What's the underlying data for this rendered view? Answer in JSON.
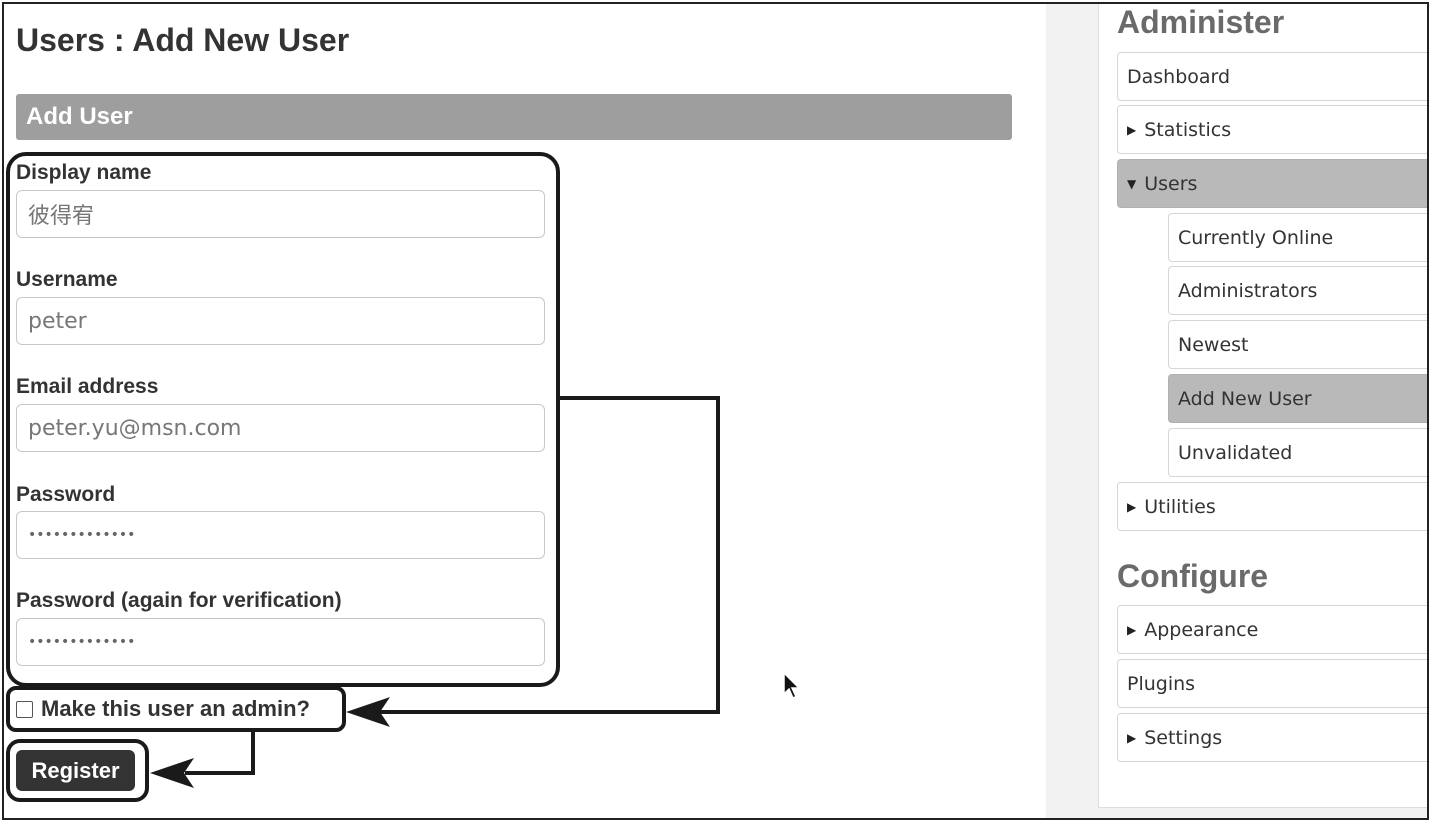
{
  "page": {
    "title": "Users : Add New User"
  },
  "section": {
    "title": "Add User"
  },
  "form": {
    "display_name": {
      "label": "Display name",
      "value": "彼得宥"
    },
    "username": {
      "label": "Username",
      "value": "peter"
    },
    "email": {
      "label": "Email address",
      "value": "peter.yu@msn.com"
    },
    "password": {
      "label": "Password",
      "value": "•••••••••••••"
    },
    "password_confirm": {
      "label": "Password (again for verification)",
      "value": "•••••••••••••"
    },
    "admin_checkbox": {
      "label": "Make this user an admin?",
      "checked": false
    },
    "register_label": "Register"
  },
  "sidebar": {
    "administer_heading": "Administer",
    "configure_heading": "Configure",
    "items": [
      {
        "label": "Dashboard"
      },
      {
        "label": "Statistics",
        "icon": "triangle-right-icon"
      },
      {
        "label": "Users",
        "icon": "triangle-down-icon",
        "expanded": true
      },
      {
        "label": "Currently Online"
      },
      {
        "label": "Administrators"
      },
      {
        "label": "Newest"
      },
      {
        "label": "Add New User",
        "selected": true
      },
      {
        "label": "Unvalidated"
      },
      {
        "label": "Utilities",
        "icon": "triangle-right-icon"
      },
      {
        "label": "Appearance",
        "icon": "triangle-right-icon"
      },
      {
        "label": "Plugins"
      },
      {
        "label": "Settings",
        "icon": "triangle-right-icon"
      }
    ]
  },
  "colors": {
    "section_bar": "#9e9e9e",
    "button_bg": "#333333",
    "active_item": "#b9b9b9",
    "heading_gray": "#6a6a6a"
  }
}
